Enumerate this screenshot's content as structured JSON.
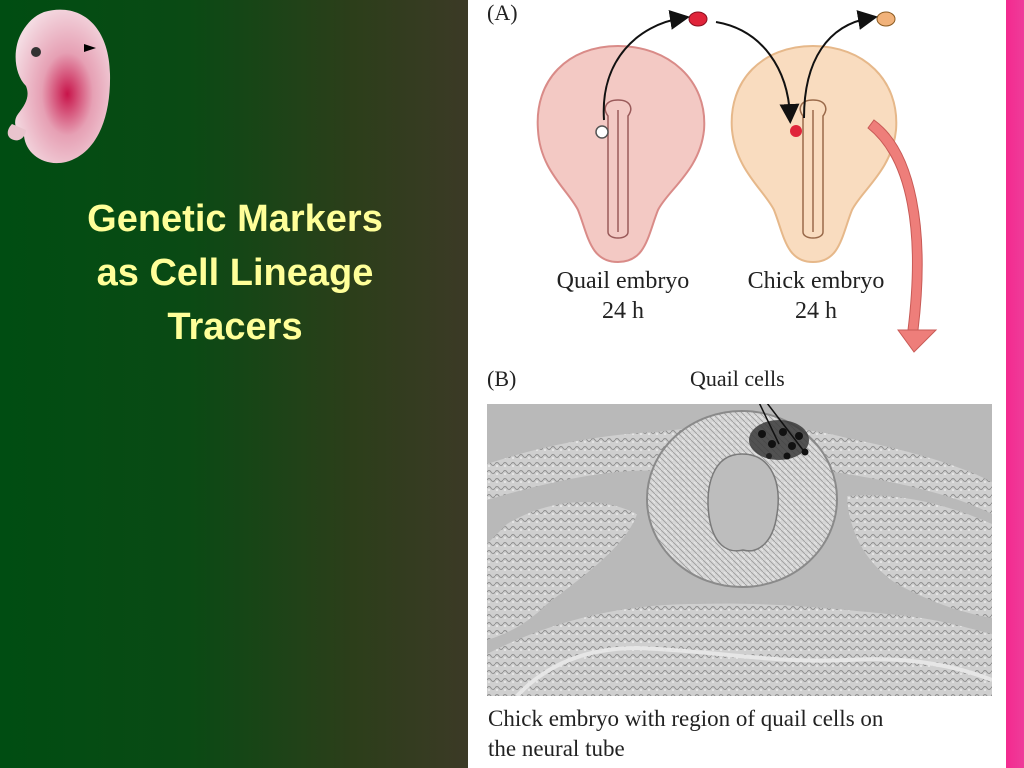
{
  "slide": {
    "title_lines": [
      "Genetic Markers",
      "as Cell Lineage",
      "Tracers"
    ]
  },
  "figure": {
    "panel_a_label": "(A)",
    "panel_b_label": "(B)",
    "quail_caption": [
      "Quail embryo",
      "24 h"
    ],
    "chick_caption": [
      "Chick embryo",
      "24 h"
    ],
    "quail_cells_label": "Quail cells",
    "bottom_caption": [
      "Chick embryo with region of quail cells on",
      "the neural tube"
    ]
  },
  "colors": {
    "title": "#ffff99",
    "quail_embryo_fill": "#f3c9c4",
    "chick_embryo_fill": "#f9dcbf",
    "graft_red": "#e0243a",
    "graft_tan": "#f1b27a",
    "arrow_pink": "#ee7e7a",
    "accent_magenta": "#f4298e"
  }
}
